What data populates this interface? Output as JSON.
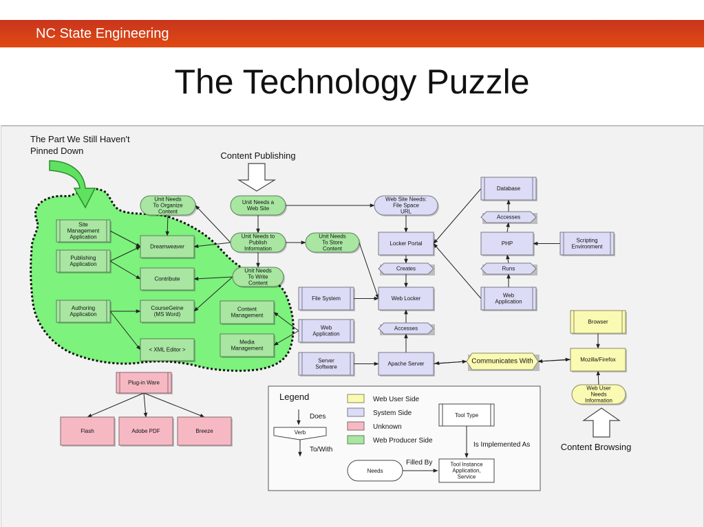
{
  "header": {
    "org": "NC State Engineering",
    "title": "The Technology Puzzle"
  },
  "colors": {
    "web_user_side": "#fbfab2",
    "system_side": "#dcdcf6",
    "unknown": "#f6b9c4",
    "web_producer_side": "#a8e6a2",
    "highlight_blob": "#7df27d",
    "header_bar": "#d84218"
  },
  "diagram": {
    "callout_not_pinned": [
      "The Part We Still Haven't",
      "Pinned Down"
    ],
    "content_publishing": "Content Publishing",
    "content_browsing": "Content Browsing",
    "nodes": {
      "unit_organize": [
        "Unit Needs",
        "To Organize",
        "Content"
      ],
      "unit_website": [
        "Unit Needs a",
        "Web Site"
      ],
      "website_needs": [
        "Web Site Needs:",
        "File Space",
        "URL"
      ],
      "unit_publish": [
        "Unit Needs to",
        "Publish",
        "Information"
      ],
      "unit_store": [
        "Unit Needs",
        "To Store",
        "Content"
      ],
      "unit_write": [
        "Unit Needs",
        "To Write",
        "Content"
      ],
      "site_mgmt": [
        "Site",
        "Management",
        "Application"
      ],
      "publishing_app": [
        "Publishing",
        "Application"
      ],
      "authoring_app": [
        "Authoring",
        "Application"
      ],
      "dreamweaver": [
        "Dreamweaver"
      ],
      "contribute": [
        "Contribute"
      ],
      "courseg": [
        "CourseGeine",
        "(MS Word)"
      ],
      "xml_editor": [
        "< XML Editor >"
      ],
      "content_mgmt": [
        "Content",
        "Management"
      ],
      "media_mgmt": [
        "Media",
        "Management"
      ],
      "database": [
        "Database"
      ],
      "accesses_db": [
        "Accesses"
      ],
      "php": [
        "PHP"
      ],
      "scripting": [
        "Scripting",
        "Environment"
      ],
      "runs": [
        "Runs"
      ],
      "web_app_right": [
        "Web",
        "Application"
      ],
      "locker_portal": [
        "Locker Portal"
      ],
      "creates": [
        "Creates"
      ],
      "web_locker": [
        "Web Locker"
      ],
      "file_system": [
        "File System"
      ],
      "web_app_mid": [
        "Web",
        "Application"
      ],
      "accesses_ws": [
        "Accesses"
      ],
      "server_sw": [
        "Server",
        "Software"
      ],
      "apache": [
        "Apache Server"
      ],
      "communicates": [
        "Communicates With"
      ],
      "browser": [
        "Browser"
      ],
      "mozilla": [
        "Mozilla/Firefox"
      ],
      "web_user_needs": [
        "Web User",
        "Needs",
        "Information"
      ],
      "plugin_ware": [
        "Plug-in Ware"
      ],
      "flash": [
        "Flash"
      ],
      "adobe_pdf": [
        "Adobe PDF"
      ],
      "breeze": [
        "Breeze"
      ]
    },
    "legend": {
      "title": "Legend",
      "items": [
        "Web User Side",
        "System Side",
        "Unknown",
        "Web Producer Side"
      ],
      "does": "Does",
      "verb": "Verb",
      "to_with": "To/With",
      "tool_type": "Tool Type",
      "is_implemented_as": "Is Implemented As",
      "filled_by": "Filled By",
      "needs": "Needs",
      "tool_instance": [
        "Tool Instance",
        "Application,",
        "Service"
      ]
    }
  }
}
